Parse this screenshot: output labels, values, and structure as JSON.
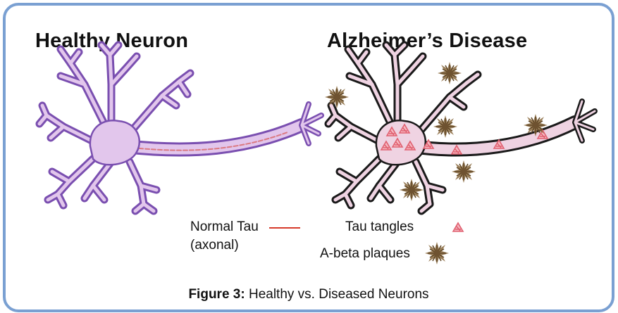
{
  "titles": {
    "healthy": "Healthy Neuron",
    "disease": "Alzheimer’s Disease"
  },
  "legend": {
    "normal_tau": "Normal Tau",
    "normal_tau_sub": "(axonal)",
    "tau_tangles": "Tau tangles",
    "abeta_plaques": "A-beta plaques"
  },
  "caption": {
    "label": "Figure 3:",
    "text": "Healthy vs. Diseased Neurons"
  },
  "colors": {
    "frame": "#7aa0d2",
    "healthy_outline": "#7a4fb0",
    "healthy_fill": "#e2c6ec",
    "disease_outline": "#1a1a1a",
    "disease_fill": "#efd3e2",
    "tau": "#d63a2a",
    "plaque": "#8a6a3e"
  },
  "icons": {
    "tangle": "tau-tangle-icon",
    "plaque": "abeta-plaque-icon"
  }
}
